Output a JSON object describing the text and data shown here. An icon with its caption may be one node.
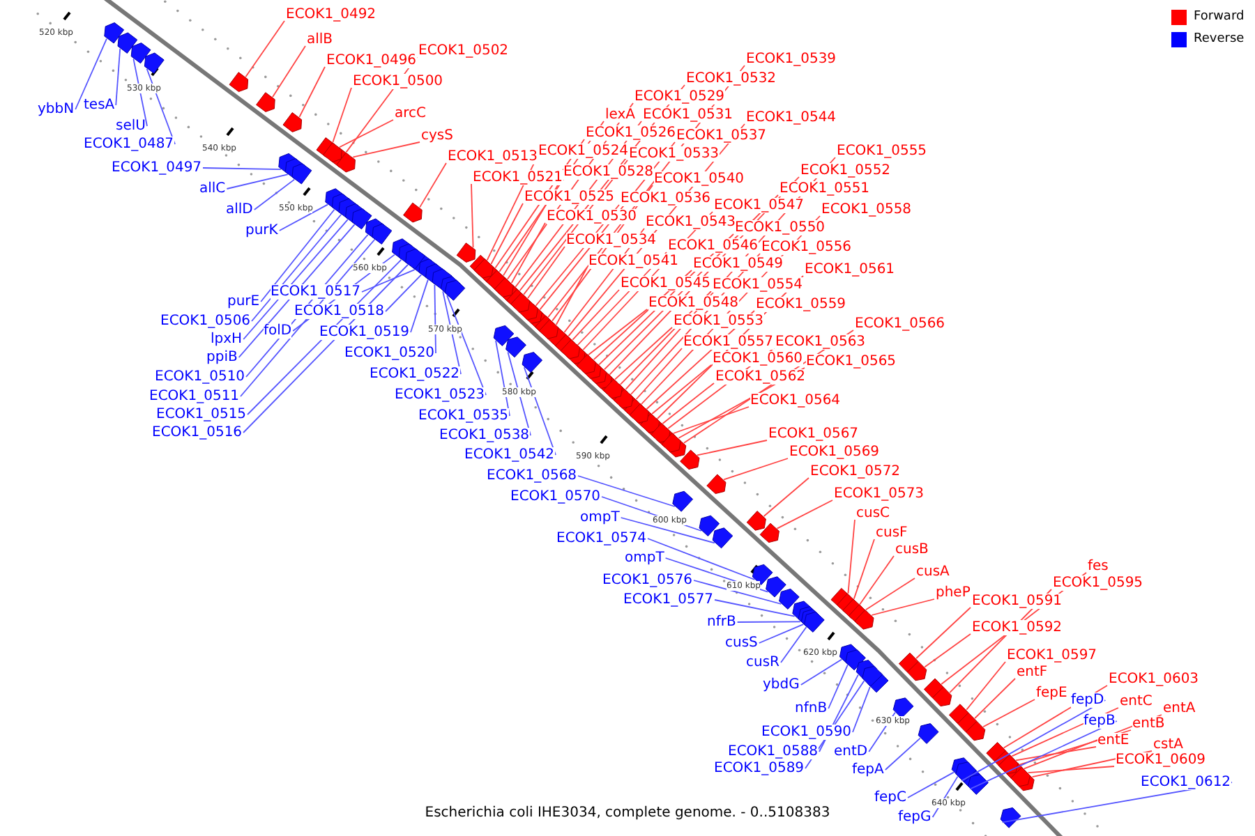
{
  "diagram": {
    "caption": "Escherichia coli IHE3034, complete genome. - 0..5108383",
    "nodes": [
      {
        "text": [
          "ECOK1_0492"
        ]
      },
      {
        "text": [
          "allB"
        ]
      },
      {
        "text": [
          "ECOK1_0496"
        ]
      },
      {
        "text": [
          "ECOK1_0502"
        ]
      },
      {
        "text": [
          "ECOK1_0500"
        ]
      },
      {
        "text": [
          "arcC"
        ]
      },
      {
        "text": [
          "cysS"
        ]
      },
      {
        "text": [
          "ECOK1_0513"
        ]
      },
      {
        "text": [
          "ECOK1_0521"
        ]
      },
      {
        "text": [
          "ECOK1_0539"
        ]
      },
      {
        "text": [
          "ECOK1_0532"
        ]
      },
      {
        "text": [
          "ECOK1_0529"
        ]
      },
      {
        "text": [
          "lexA"
        ]
      },
      {
        "text": [
          "ECOK1_0531"
        ]
      },
      {
        "text": [
          "ECOK1_0544"
        ]
      },
      {
        "text": [
          "ECOK1_0526"
        ]
      },
      {
        "text": [
          "ECOK1_0537"
        ]
      },
      {
        "text": [
          "ECOK1_0524"
        ]
      },
      {
        "text": [
          "ECOK1_0533"
        ]
      },
      {
        "text": [
          "ECOK1_0528"
        ]
      },
      {
        "text": [
          "ECOK1_0540"
        ]
      },
      {
        "text": [
          "ECOK1_0525"
        ]
      },
      {
        "text": [
          "ECOK1_0536"
        ]
      },
      {
        "text": [
          "ECOK1_0530"
        ]
      },
      {
        "text": [
          "ECOK1_0543"
        ]
      },
      {
        "text": [
          "ECOK1_0534"
        ]
      },
      {
        "text": [
          "ECOK1_0541"
        ]
      },
      {
        "text": [
          "ECOK1_0545"
        ]
      },
      {
        "text": [
          "ECOK1_0548"
        ]
      },
      {
        "text": [
          "ECOK1_0553"
        ]
      },
      {
        "text": [
          "ECOK1_0557"
        ]
      },
      {
        "text": [
          "ECOK1_0560"
        ]
      },
      {
        "text": [
          "ECOK1_0562"
        ]
      },
      {
        "text": [
          "ECOK1_0564"
        ]
      },
      {
        "text": [
          "ECOK1_0567"
        ]
      },
      {
        "text": [
          "ECOK1_0569"
        ]
      },
      {
        "text": [
          "ECOK1_0572"
        ]
      },
      {
        "text": [
          "ECOK1_0573"
        ]
      },
      {
        "text": [
          "ECOK1_0555"
        ]
      },
      {
        "text": [
          "ECOK1_0552"
        ]
      },
      {
        "text": [
          "ECOK1_0551"
        ]
      },
      {
        "text": [
          "ECOK1_0558"
        ]
      },
      {
        "text": [
          "ECOK1_0547"
        ]
      },
      {
        "text": [
          "ECOK1_0550"
        ]
      },
      {
        "text": [
          "ECOK1_0556"
        ]
      },
      {
        "text": [
          "ECOK1_0546"
        ]
      },
      {
        "text": [
          "ECOK1_0549"
        ]
      },
      {
        "text": [
          "ECOK1_0561"
        ]
      },
      {
        "text": [
          "ECOK1_0554"
        ]
      },
      {
        "text": [
          "ECOK1_0559"
        ]
      },
      {
        "text": [
          "ECOK1_0563"
        ]
      },
      {
        "text": [
          "ECOK1_0566"
        ]
      },
      {
        "text": [
          "ECOK1_0565"
        ]
      },
      {
        "text": [
          "cusC"
        ]
      },
      {
        "text": [
          "cusF"
        ]
      },
      {
        "text": [
          "cusB"
        ]
      },
      {
        "text": [
          "cusA"
        ]
      },
      {
        "text": [
          "pheP"
        ]
      },
      {
        "text": [
          "ECOK1_0591"
        ]
      },
      {
        "text": [
          "ECOK1_0592"
        ]
      },
      {
        "text": [
          "fes"
        ]
      },
      {
        "text": [
          "ECOK1_0595"
        ]
      },
      {
        "text": [
          "ECOK1_0597"
        ]
      },
      {
        "text": [
          "entF"
        ]
      },
      {
        "text": [
          "fepE"
        ]
      },
      {
        "text": [
          "ECOK1_0603"
        ]
      },
      {
        "text": [
          "entC"
        ]
      },
      {
        "text": [
          "entA"
        ]
      },
      {
        "text": [
          "entB"
        ]
      },
      {
        "text": [
          "entE"
        ]
      },
      {
        "text": [
          "cstA"
        ]
      },
      {
        "text": [
          "ECOK1_0609"
        ]
      },
      {
        "text": [
          "ybbN"
        ]
      },
      {
        "text": [
          "tesA"
        ]
      },
      {
        "text": [
          "selU"
        ]
      },
      {
        "text": [
          "ECOK1_0487"
        ]
      },
      {
        "text": [
          "ECOK1_0497"
        ]
      },
      {
        "text": [
          "allC"
        ]
      },
      {
        "text": [
          "allD"
        ]
      },
      {
        "text": [
          "purK"
        ]
      },
      {
        "text": [
          "purE"
        ]
      },
      {
        "text": [
          "ECOK1_0517"
        ]
      },
      {
        "text": [
          "ECOK1_0506"
        ]
      },
      {
        "text": [
          "ECOK1_0518"
        ]
      },
      {
        "text": [
          "folD"
        ]
      },
      {
        "text": [
          "lpxH"
        ]
      },
      {
        "text": [
          "ECOK1_0519"
        ]
      },
      {
        "text": [
          "ppiB"
        ]
      },
      {
        "text": [
          "ECOK1_0520"
        ]
      },
      {
        "text": [
          "ECOK1_0510"
        ]
      },
      {
        "text": [
          "ECOK1_0522"
        ]
      },
      {
        "text": [
          "ECOK1_0511"
        ]
      },
      {
        "text": [
          "ECOK1_0523"
        ]
      },
      {
        "text": [
          "ECOK1_0515"
        ]
      },
      {
        "text": [
          "ECOK1_0535"
        ]
      },
      {
        "text": [
          "ECOK1_0516"
        ]
      },
      {
        "text": [
          "ECOK1_0538"
        ]
      },
      {
        "text": [
          "ECOK1_0542"
        ]
      },
      {
        "text": [
          "ECOK1_0568"
        ]
      },
      {
        "text": [
          "ECOK1_0570"
        ]
      },
      {
        "text": [
          "ompT"
        ]
      },
      {
        "text": [
          "ECOK1_0574"
        ]
      },
      {
        "text": [
          "ompT"
        ]
      },
      {
        "text": [
          "ECOK1_0576"
        ]
      },
      {
        "text": [
          "ECOK1_0577"
        ]
      },
      {
        "text": [
          "nfrB"
        ]
      },
      {
        "text": [
          "cusS"
        ]
      },
      {
        "text": [
          "cusR"
        ]
      },
      {
        "text": [
          "ybdG"
        ]
      },
      {
        "text": [
          "nfnB"
        ]
      },
      {
        "text": [
          "ECOK1_0590"
        ]
      },
      {
        "text": [
          "ECOK1_0588"
        ]
      },
      {
        "text": [
          "entD"
        ]
      },
      {
        "text": [
          "ECOK1_0589"
        ]
      },
      {
        "text": [
          "fepA"
        ]
      },
      {
        "text": [
          "fepD"
        ]
      },
      {
        "text": [
          "fepB"
        ]
      },
      {
        "text": [
          "fepC"
        ]
      },
      {
        "text": [
          "fepG"
        ]
      },
      {
        "text": [
          "ECOK1_0612"
        ]
      },
      {
        "text": [],
        "shape": "pentagon"
      },
      {
        "text": [],
        "shape": "pentagon"
      },
      {
        "text": [],
        "shape": "pentagon"
      },
      {
        "text": [],
        "shape": "pentagon"
      },
      {
        "text": [],
        "shape": "pentagon"
      },
      {
        "text": [],
        "shape": "pentagon"
      },
      {
        "text": [],
        "shape": "pentagon"
      },
      {
        "text": [],
        "shape": "pentagon"
      },
      {
        "text": [],
        "shape": "pentagon"
      },
      {
        "text": [],
        "shape": "pentagon"
      },
      {
        "text": [],
        "shape": "pentagon"
      },
      {
        "text": [],
        "shape": "pentagon"
      },
      {
        "text": [],
        "shape": "pentagon"
      },
      {
        "text": [],
        "shape": "pentagon"
      },
      {
        "text": [],
        "shape": "pentagon"
      },
      {
        "text": [],
        "shape": "pentagon"
      },
      {
        "text": [],
        "shape": "pentagon"
      },
      {
        "text": [],
        "shape": "pentagon"
      },
      {
        "text": [],
        "shape": "pentagon"
      },
      {
        "text": [],
        "shape": "pentagon"
      },
      {
        "text": [],
        "shape": "pentagon"
      },
      {
        "text": [],
        "shape": "pentagon"
      },
      {
        "text": [],
        "shape": "pentagon"
      },
      {
        "text": [],
        "shape": "pentagon"
      },
      {
        "text": [],
        "shape": "pentagon"
      },
      {
        "text": [],
        "shape": "pentagon"
      },
      {
        "text": [],
        "shape": "pentagon"
      },
      {
        "text": [],
        "shape": "pentagon"
      },
      {
        "text": [],
        "shape": "pentagon"
      },
      {
        "text": [],
        "shape": "pentagon"
      },
      {
        "text": [],
        "shape": "pentagon"
      },
      {
        "text": [],
        "shape": "pentagon"
      },
      {
        "text": [],
        "shape": "pentagon"
      },
      {
        "text": [],
        "shape": "pentagon"
      },
      {
        "text": [],
        "shape": "pentagon"
      },
      {
        "text": [],
        "shape": "pentagon"
      },
      {
        "text": [],
        "shape": "pentagon"
      },
      {
        "text": [],
        "shape": "pentagon"
      },
      {
        "text": [],
        "shape": "pentagon"
      },
      {
        "text": [],
        "shape": "pentagon"
      },
      {
        "text": [],
        "shape": "pentagon"
      },
      {
        "text": [],
        "shape": "pentagon"
      },
      {
        "text": [],
        "shape": "pentagon"
      },
      {
        "text": [],
        "shape": "pentagon"
      },
      {
        "text": [],
        "shape": "pentagon"
      },
      {
        "text": [],
        "shape": "pentagon"
      },
      {
        "text": [],
        "shape": "pentagon"
      },
      {
        "text": [],
        "shape": "pentagon"
      },
      {
        "text": [],
        "shape": "pentagon"
      },
      {
        "text": [],
        "shape": "pentagon"
      },
      {
        "text": [],
        "shape": "pentagon"
      },
      {
        "text": [],
        "shape": "pentagon"
      },
      {
        "text": [],
        "shape": "pentagon"
      },
      {
        "text": [],
        "shape": "pentagon"
      },
      {
        "text": [],
        "shape": "pentagon"
      },
      {
        "text": [],
        "shape": "pentagon"
      },
      {
        "text": [],
        "shape": "pentagon"
      },
      {
        "text": [],
        "shape": "pentagon"
      },
      {
        "text": [],
        "shape": "pentagon"
      },
      {
        "text": [],
        "shape": "pentagon"
      },
      {
        "text": [],
        "shape": "pentagon"
      },
      {
        "text": [],
        "shape": "pentagon"
      },
      {
        "text": [],
        "shape": "pentagon"
      },
      {
        "text": [],
        "shape": "pentagon"
      },
      {
        "text": [],
        "shape": "pentagon"
      },
      {
        "text": [],
        "shape": "pentagon"
      },
      {
        "text": [],
        "shape": "pentagon"
      },
      {
        "text": [],
        "shape": "pentagon"
      },
      {
        "text": [],
        "shape": "pentagon"
      },
      {
        "text": [],
        "shape": "pentagon"
      },
      {
        "text": [],
        "shape": "pentagon"
      },
      {
        "text": [],
        "shape": "pentagon"
      },
      {
        "text": [],
        "shape": "pentagon"
      },
      {
        "text": [],
        "shape": "pentagon"
      },
      {
        "text": [],
        "shape": "pentagon"
      },
      {
        "text": [],
        "shape": "pentagon"
      },
      {
        "text": [],
        "shape": "pentagon"
      },
      {
        "text": [],
        "shape": "pentagon"
      },
      {
        "text": [],
        "shape": "pentagon"
      },
      {
        "text": [],
        "shape": "pentagon"
      },
      {
        "text": [],
        "shape": "pentagon"
      },
      {
        "text": [],
        "shape": "pentagon"
      },
      {
        "text": [],
        "shape": "pentagon"
      },
      {
        "text": [],
        "shape": "pentagon"
      },
      {
        "text": [],
        "shape": "pentagon"
      },
      {
        "text": [],
        "shape": "pentagon"
      },
      {
        "text": [],
        "shape": "pentagon"
      },
      {
        "text": [],
        "shape": "pentagon"
      },
      {
        "text": [],
        "shape": "pentagon"
      },
      {
        "text": [],
        "shape": "pentagon"
      },
      {
        "text": [],
        "shape": "pentagon"
      },
      {
        "text": [],
        "shape": "pentagon"
      },
      {
        "text": [],
        "shape": "pentagon"
      },
      {
        "text": [],
        "shape": "pentagon"
      },
      {
        "text": [],
        "shape": "pentagon"
      },
      {
        "text": [],
        "shape": "pentagon"
      },
      {
        "text": [],
        "shape": "pentagon"
      },
      {
        "text": [],
        "shape": "pentagon"
      },
      {
        "text": [],
        "shape": "pentagon"
      },
      {
        "text": [],
        "shape": "pentagon"
      },
      {
        "text": [],
        "shape": "pentagon"
      },
      {
        "text": [],
        "shape": "pentagon"
      },
      {
        "text": [],
        "shape": "pentagon"
      },
      {
        "text": [],
        "shape": "pentagon"
      },
      {
        "text": [],
        "shape": "pentagon"
      },
      {
        "text": [],
        "shape": "pentagon"
      },
      {
        "text": [],
        "shape": "pentagon"
      },
      {
        "text": [],
        "shape": "pentagon"
      },
      {
        "text": [],
        "shape": "pentagon"
      },
      {
        "text": [],
        "shape": "pentagon"
      },
      {
        "text": [],
        "shape": "pentagon"
      },
      {
        "text": [],
        "shape": "pentagon"
      },
      {
        "text": [],
        "shape": "pentagon"
      },
      {
        "text": [],
        "shape": "pentagon"
      },
      {
        "text": [],
        "shape": "pentagon"
      },
      {
        "text": [],
        "shape": "pentagon"
      },
      {
        "text": [],
        "shape": "pentagon"
      },
      {
        "text": [],
        "shape": "pentagon"
      },
      {
        "text": [],
        "shape": "pentagon"
      },
      {
        "text": [],
        "shape": "pentagon"
      }
    ],
    "edges": [
      {
        "from": 0,
        "to": 120,
        "arrow": "none"
      },
      {
        "from": 1,
        "to": 121,
        "arrow": "none"
      },
      {
        "from": 2,
        "to": 122,
        "arrow": "none"
      },
      {
        "from": 3,
        "to": 123,
        "arrow": "none"
      },
      {
        "from": 4,
        "to": 124,
        "arrow": "none"
      },
      {
        "from": 5,
        "to": 125,
        "arrow": "none"
      },
      {
        "from": 6,
        "to": 126,
        "arrow": "none"
      },
      {
        "from": 7,
        "to": 127,
        "arrow": "none"
      },
      {
        "from": 8,
        "to": 128,
        "arrow": "none"
      },
      {
        "from": 9,
        "to": 129,
        "arrow": "none"
      },
      {
        "from": 10,
        "to": 130,
        "arrow": "none"
      },
      {
        "from": 11,
        "to": 131,
        "arrow": "none"
      },
      {
        "from": 12,
        "to": 132,
        "arrow": "none"
      },
      {
        "from": 13,
        "to": 133,
        "arrow": "none"
      },
      {
        "from": 14,
        "to": 134,
        "arrow": "none"
      },
      {
        "from": 15,
        "to": 135,
        "arrow": "none"
      },
      {
        "from": 16,
        "to": 136,
        "arrow": "none"
      },
      {
        "from": 17,
        "to": 137,
        "arrow": "none"
      },
      {
        "from": 18,
        "to": 138,
        "arrow": "none"
      },
      {
        "from": 19,
        "to": 139,
        "arrow": "none"
      },
      {
        "from": 20,
        "to": 140,
        "arrow": "none"
      },
      {
        "from": 21,
        "to": 141,
        "arrow": "none"
      },
      {
        "from": 22,
        "to": 142,
        "arrow": "none"
      },
      {
        "from": 23,
        "to": 143,
        "arrow": "none"
      },
      {
        "from": 24,
        "to": 144,
        "arrow": "none"
      },
      {
        "from": 25,
        "to": 145,
        "arrow": "none"
      },
      {
        "from": 26,
        "to": 146,
        "arrow": "none"
      },
      {
        "from": 27,
        "to": 147,
        "arrow": "none"
      },
      {
        "from": 28,
        "to": 148,
        "arrow": "none"
      },
      {
        "from": 29,
        "to": 149,
        "arrow": "none"
      },
      {
        "from": 30,
        "to": 150,
        "arrow": "none"
      },
      {
        "from": 31,
        "to": 151,
        "arrow": "none"
      },
      {
        "from": 32,
        "to": 152,
        "arrow": "none"
      },
      {
        "from": 33,
        "to": 153,
        "arrow": "none"
      },
      {
        "from": 34,
        "to": 154,
        "arrow": "none"
      },
      {
        "from": 35,
        "to": 155,
        "arrow": "none"
      },
      {
        "from": 36,
        "to": 156,
        "arrow": "none"
      },
      {
        "from": 37,
        "to": 157,
        "arrow": "none"
      },
      {
        "from": 38,
        "to": 158,
        "arrow": "none"
      },
      {
        "from": 39,
        "to": 159,
        "arrow": "none"
      },
      {
        "from": 40,
        "to": 160,
        "arrow": "none"
      },
      {
        "from": 41,
        "to": 161,
        "arrow": "none"
      },
      {
        "from": 42,
        "to": 162,
        "arrow": "none"
      },
      {
        "from": 43,
        "to": 163,
        "arrow": "none"
      },
      {
        "from": 44,
        "to": 164,
        "arrow": "none"
      },
      {
        "from": 45,
        "to": 165,
        "arrow": "none"
      },
      {
        "from": 46,
        "to": 166,
        "arrow": "none"
      },
      {
        "from": 47,
        "to": 167,
        "arrow": "none"
      },
      {
        "from": 48,
        "to": 168,
        "arrow": "none"
      },
      {
        "from": 49,
        "to": 169,
        "arrow": "none"
      },
      {
        "from": 50,
        "to": 170,
        "arrow": "none"
      },
      {
        "from": 51,
        "to": 171,
        "arrow": "none"
      },
      {
        "from": 52,
        "to": 172,
        "arrow": "none"
      },
      {
        "from": 53,
        "to": 173,
        "arrow": "none"
      },
      {
        "from": 54,
        "to": 174,
        "arrow": "none"
      },
      {
        "from": 55,
        "to": 175,
        "arrow": "none"
      },
      {
        "from": 56,
        "to": 176,
        "arrow": "none"
      },
      {
        "from": 57,
        "to": 177,
        "arrow": "none"
      },
      {
        "from": 58,
        "to": 178,
        "arrow": "none"
      },
      {
        "from": 59,
        "to": 179,
        "arrow": "none"
      },
      {
        "from": 60,
        "to": 180,
        "arrow": "none"
      },
      {
        "from": 61,
        "to": 181,
        "arrow": "none"
      },
      {
        "from": 62,
        "to": 182,
        "arrow": "none"
      },
      {
        "from": 63,
        "to": 183,
        "arrow": "none"
      },
      {
        "from": 64,
        "to": 184,
        "arrow": "none"
      },
      {
        "from": 65,
        "to": 185,
        "arrow": "none"
      },
      {
        "from": 66,
        "to": 186,
        "arrow": "none"
      },
      {
        "from": 67,
        "to": 187,
        "arrow": "none"
      },
      {
        "from": 68,
        "to": 188,
        "arrow": "none"
      },
      {
        "from": 69,
        "to": 189,
        "arrow": "none"
      },
      {
        "from": 70,
        "to": 190,
        "arrow": "none"
      },
      {
        "from": 71,
        "to": 191,
        "arrow": "none"
      },
      {
        "from": 72,
        "to": 192,
        "arrow": "none",
        "color": "#5555ff"
      },
      {
        "from": 73,
        "to": 193,
        "arrow": "none",
        "color": "#5555ff"
      },
      {
        "from": 74,
        "to": 194,
        "arrow": "none",
        "color": "#5555ff"
      },
      {
        "from": 75,
        "to": 195,
        "arrow": "none",
        "color": "#5555ff"
      },
      {
        "from": 76,
        "to": 196,
        "arrow": "none",
        "color": "#5555ff"
      },
      {
        "from": 77,
        "to": 197,
        "arrow": "none",
        "color": "#5555ff"
      },
      {
        "from": 78,
        "to": 198,
        "arrow": "none",
        "color": "#5555ff"
      },
      {
        "from": 79,
        "to": 199,
        "arrow": "none",
        "color": "#5555ff"
      },
      {
        "from": 80,
        "to": 200,
        "arrow": "none",
        "color": "#5555ff"
      },
      {
        "from": 81,
        "to": 201,
        "arrow": "none",
        "color": "#5555ff"
      },
      {
        "from": 82,
        "to": 202,
        "arrow": "none",
        "color": "#5555ff"
      },
      {
        "from": 83,
        "to": 203,
        "arrow": "none",
        "color": "#5555ff"
      },
      {
        "from": 84,
        "to": 204,
        "arrow": "none",
        "color": "#5555ff"
      },
      {
        "from": 85,
        "to": 205,
        "arrow": "none",
        "color": "#5555ff"
      },
      {
        "from": 86,
        "to": 206,
        "arrow": "none",
        "color": "#5555ff"
      },
      {
        "from": 87,
        "to": 207,
        "arrow": "none",
        "color": "#5555ff"
      },
      {
        "from": 88,
        "to": 208,
        "arrow": "none",
        "color": "#5555ff"
      },
      {
        "from": 89,
        "to": 209,
        "arrow": "none",
        "color": "#5555ff"
      },
      {
        "from": 90,
        "to": 210,
        "arrow": "none",
        "color": "#5555ff"
      },
      {
        "from": 91,
        "to": 211,
        "arrow": "none",
        "color": "#5555ff"
      },
      {
        "from": 92,
        "to": 212,
        "arrow": "none",
        "color": "#5555ff"
      },
      {
        "from": 93,
        "to": 213,
        "arrow": "none",
        "color": "#5555ff"
      },
      {
        "from": 94,
        "to": 214,
        "arrow": "none",
        "color": "#5555ff"
      },
      {
        "from": 95,
        "to": 215,
        "arrow": "none",
        "color": "#5555ff"
      },
      {
        "from": 96,
        "to": 216,
        "arrow": "none",
        "color": "#5555ff"
      },
      {
        "from": 97,
        "to": 217,
        "arrow": "none",
        "color": "#5555ff"
      },
      {
        "from": 98,
        "to": 218,
        "arrow": "none",
        "color": "#5555ff"
      },
      {
        "from": 99,
        "to": 219,
        "arrow": "none",
        "color": "#5555ff"
      },
      {
        "from": 100,
        "to": 220,
        "arrow": "none",
        "color": "#5555ff"
      },
      {
        "from": 101,
        "to": 221,
        "arrow": "none",
        "color": "#5555ff"
      },
      {
        "from": 102,
        "to": 222,
        "arrow": "none",
        "color": "#5555ff"
      },
      {
        "from": 103,
        "to": 223,
        "arrow": "none",
        "color": "#5555ff"
      },
      {
        "from": 104,
        "to": 224,
        "arrow": "none",
        "color": "#5555ff"
      },
      {
        "from": 105,
        "to": 225,
        "arrow": "none",
        "color": "#5555ff"
      },
      {
        "from": 106,
        "to": 226,
        "arrow": "none",
        "color": "#5555ff"
      },
      {
        "from": 107,
        "to": 227,
        "arrow": "none",
        "color": "#5555ff"
      },
      {
        "from": 108,
        "to": 228,
        "arrow": "none",
        "color": "#5555ff"
      },
      {
        "from": 109,
        "to": 229,
        "arrow": "none",
        "color": "#5555ff"
      },
      {
        "from": 110,
        "to": 230,
        "arrow": "none",
        "color": "#5555ff"
      },
      {
        "from": 111,
        "to": 231,
        "arrow": "none",
        "color": "#5555ff"
      },
      {
        "from": 112,
        "to": 232,
        "arrow": "none",
        "color": "#5555ff"
      },
      {
        "from": 113,
        "to": 233,
        "arrow": "none",
        "color": "#5555ff"
      },
      {
        "from": 114,
        "to": 234,
        "arrow": "none",
        "color": "#5555ff"
      },
      {
        "from": 115,
        "to": 235,
        "arrow": "none",
        "color": "#5555ff"
      },
      {
        "from": 116,
        "to": 236,
        "arrow": "none",
        "color": "#5555ff"
      },
      {
        "from": 117,
        "to": 237,
        "arrow": "none",
        "color": "#5555ff"
      },
      {
        "from": 118,
        "to": 238,
        "arrow": "none",
        "color": "#5555ff"
      },
      {
        "from": 119,
        "to": 239,
        "arrow": "none",
        "color": "#5555ff"
      }
    ],
    "labels": [
      "520 kbp",
      "530 kbp",
      "540 kbp",
      "550 kbp",
      "560 kbp",
      "570 kbp",
      "580 kbp",
      "590 kbp",
      "600 kbp",
      "610 kbp",
      "620 kbp",
      "630 kbp",
      "640 kbp"
    ],
    "legend": [
      {
        "text": "Forward",
        "color": "#ff0000"
      },
      {
        "text": "Reverse",
        "color": "#0000ff"
      }
    ]
  }
}
